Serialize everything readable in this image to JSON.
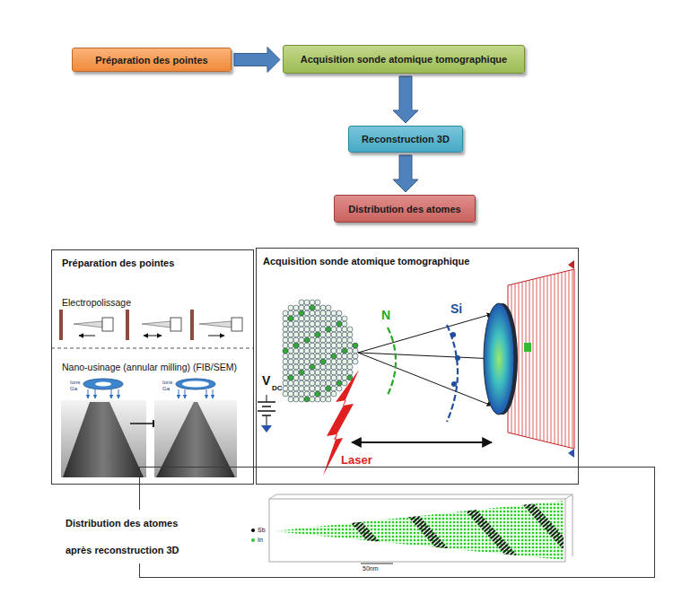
{
  "diagram": {
    "nodes": [
      {
        "text": [
          "Préparation des pointes"
        ]
      },
      {
        "text": [
          "Acquisition sonde atomique tomographique"
        ]
      },
      {
        "text": [
          "Reconstruction 3D"
        ]
      },
      {
        "text": [
          "Distribution des atomes"
        ]
      },
      {
        "text": [
          "Préparation des pointes",
          "Electropolissage",
          "Nano-usinage (annular milling) (FIB/SEM)"
        ]
      },
      {
        "text": [
          "Acquisition sonde atomique tomographique"
        ]
      },
      {
        "text": [
          "Distribution des atomes après reconstruction 3D"
        ]
      }
    ],
    "edges": [
      {
        "from": 0,
        "to": 1,
        "arrow": "to"
      },
      {
        "from": 1,
        "to": 2,
        "arrow": "to"
      },
      {
        "from": 2,
        "to": 3,
        "arrow": "to"
      }
    ],
    "labels": [
      "Ions Ga",
      "Ions Ga",
      "N",
      "Si",
      "V",
      "DC",
      "Laser",
      "50nm"
    ],
    "legend": [
      {
        "text": "Sb",
        "color": "#000000"
      },
      {
        "text": "In",
        "color": "#2fcc2f"
      }
    ]
  }
}
